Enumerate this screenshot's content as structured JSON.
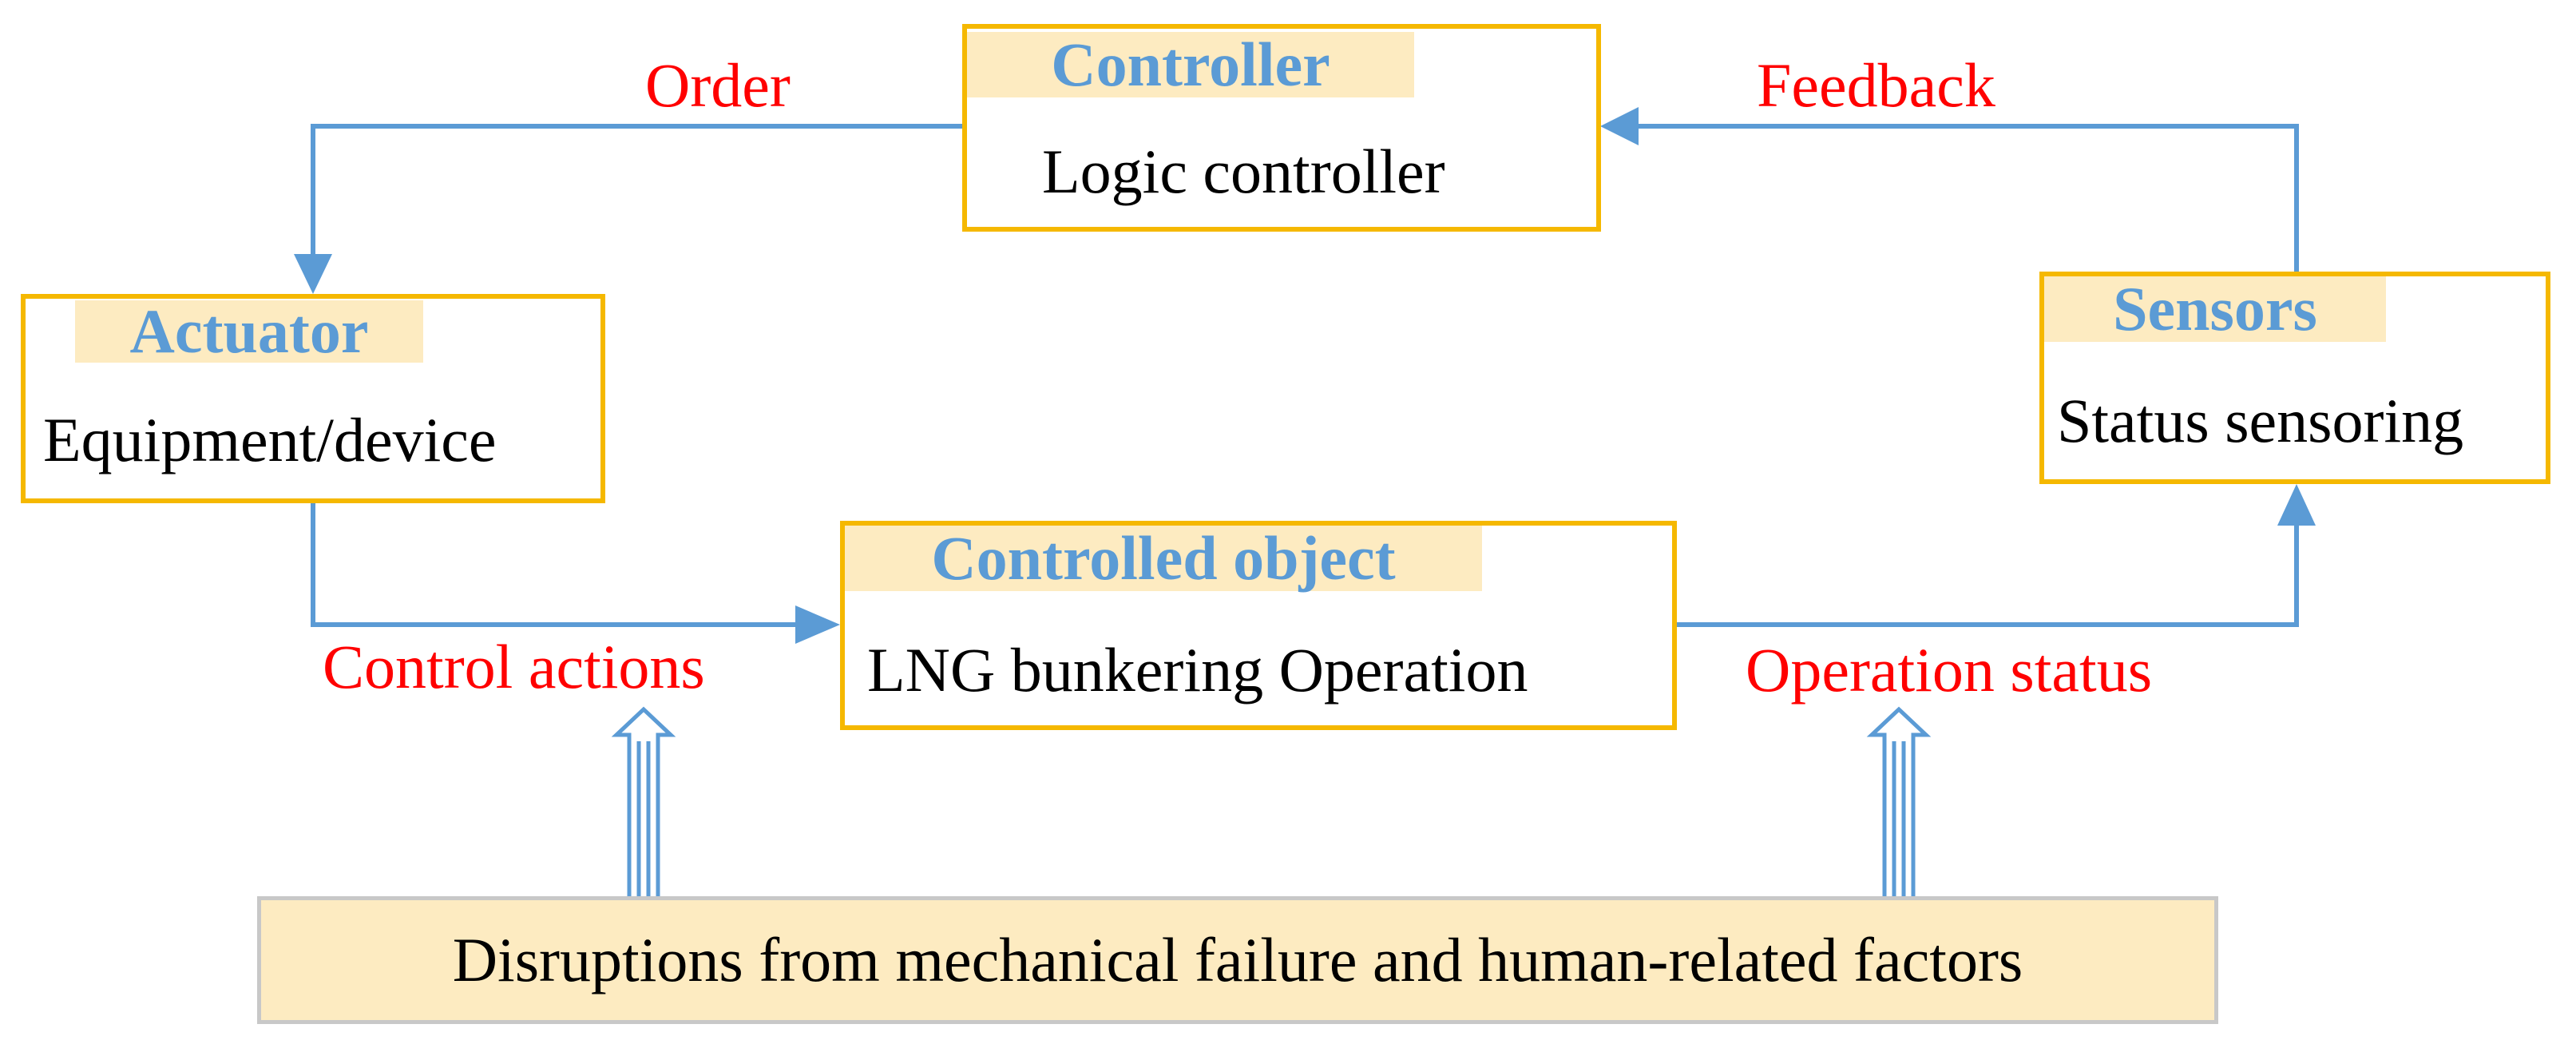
{
  "colors": {
    "box_border": "#f5b800",
    "label_background": "#fdebc1",
    "label_text": "#5b9bd5",
    "edge_label": "#ff0000",
    "arrow": "#5b9bd5",
    "disruption_border": "#c8c8c8"
  },
  "nodes": {
    "controller": {
      "title": "Controller",
      "text": "Logic controller"
    },
    "actuator": {
      "title": "Actuator",
      "text": "Equipment/device"
    },
    "sensors": {
      "title": "Sensors",
      "text": "Status sensoring"
    },
    "controlled_object": {
      "title": "Controlled object",
      "text": "LNG bunkering Operation"
    },
    "disruptions": {
      "text": "Disruptions from mechanical failure and human-related factors"
    }
  },
  "edges": {
    "order": "Order",
    "feedback": "Feedback",
    "control_actions": "Control actions",
    "operation_status": "Operation status"
  }
}
